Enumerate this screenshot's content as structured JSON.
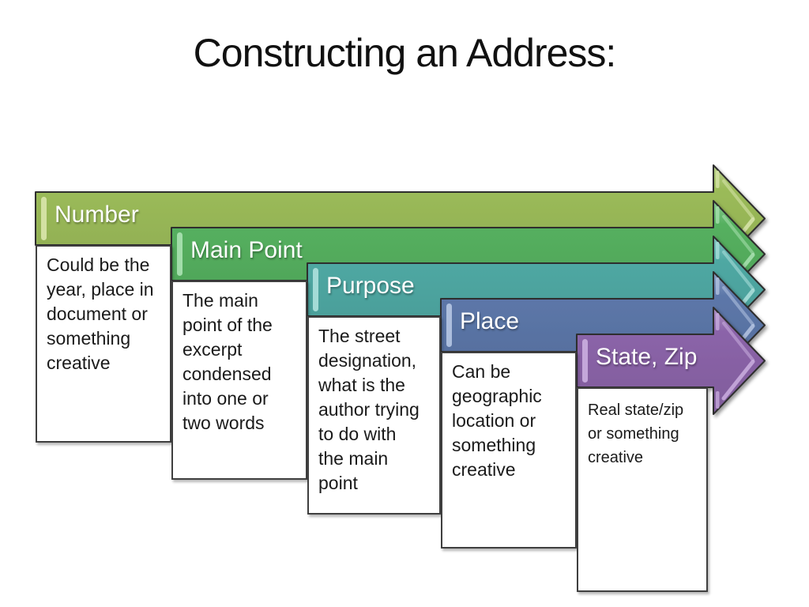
{
  "title": "Constructing an Address:",
  "items": [
    {
      "label": "Number",
      "color": "#9BBB59",
      "color_light": "#D9E6AC",
      "description": [
        "Could be the",
        "year, place in",
        "document or",
        "something",
        "creative"
      ]
    },
    {
      "label": "Main Point",
      "color": "#55B05F",
      "color_light": "#ABE2B2",
      "description": [
        "The main",
        "point of the",
        "excerpt",
        "condensed",
        "into one or",
        "two words"
      ]
    },
    {
      "label": "Purpose",
      "color": "#4FA8A3",
      "color_light": "#AEE1DD",
      "description": [
        "The street",
        "designation,",
        "what is the",
        "author trying",
        "to do with",
        "the main",
        "point"
      ]
    },
    {
      "label": "Place",
      "color": "#5C77A9",
      "color_light": "#B6C6E3",
      "description": [
        "Can be",
        "geographic",
        "location or",
        "something",
        "creative"
      ]
    },
    {
      "label": "State, Zip",
      "color": "#8B64A9",
      "color_light": "#CBAFE0",
      "description": [
        "Real state/zip",
        "or something",
        "creative"
      ]
    }
  ],
  "colors": {
    "background": "#FFFFFF",
    "outline": "#2E2E2E",
    "title_text": "#111111",
    "label_text": "#FFFFFF",
    "description_text": "#1A1A1A",
    "box_border": "#3F3F3F"
  }
}
